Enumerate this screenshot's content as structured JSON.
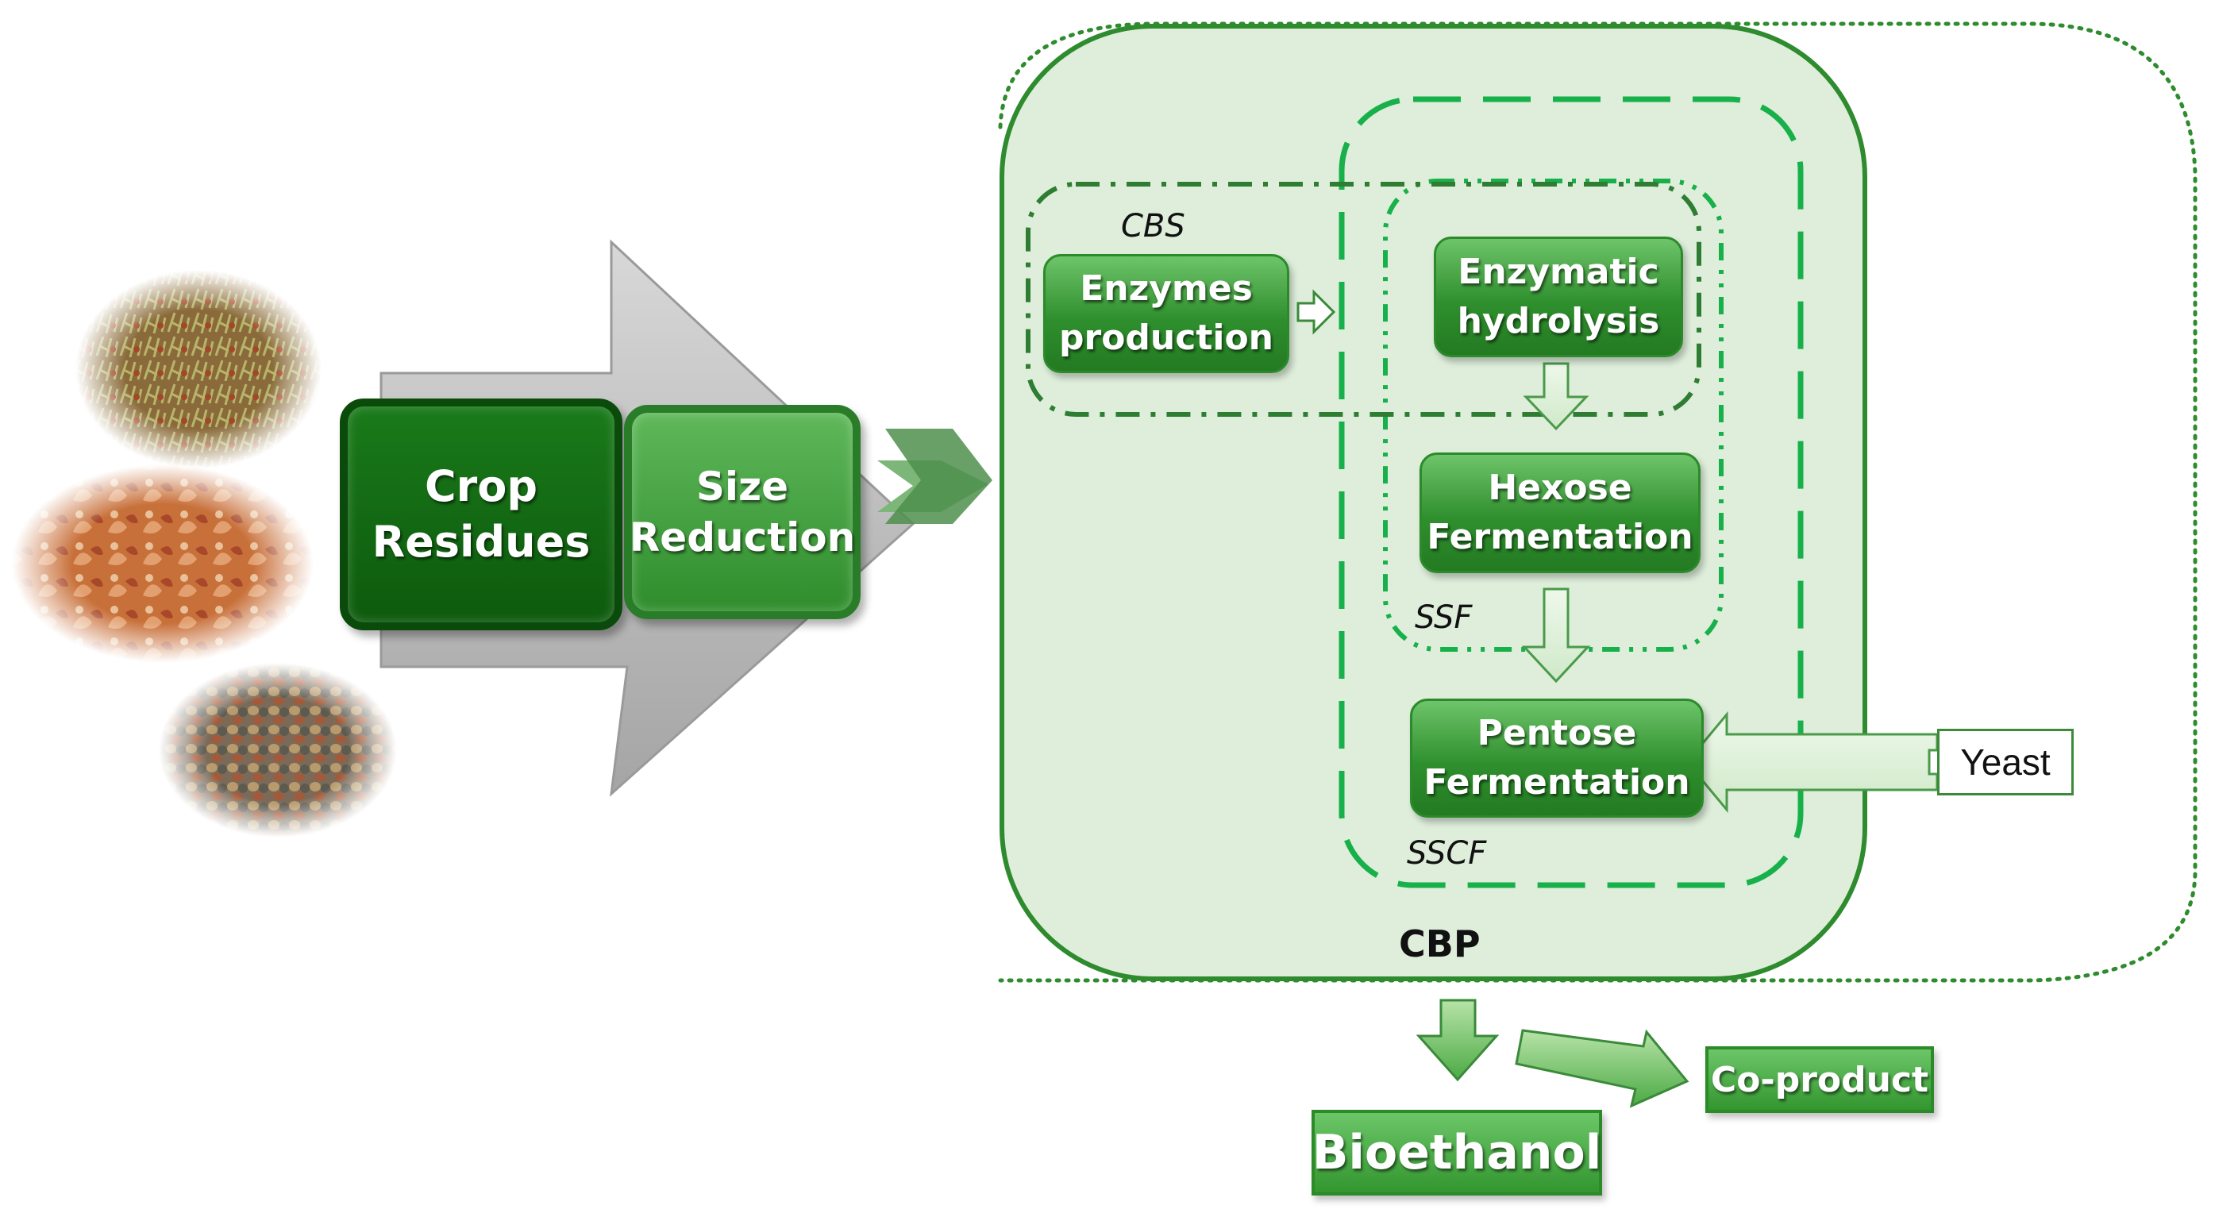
{
  "feedstock": {
    "images": [
      "grass-residue-photo",
      "husk-residue-photo",
      "seed-residue-photo"
    ],
    "crop_residues": "Crop\nResidues",
    "size_reduction": "Size\nReduction"
  },
  "processes": {
    "enzymes_production": "Enzymes\nproduction",
    "enzymatic_hydrolysis": "Enzymatic\nhydrolysis",
    "hexose_fermentation": "Hexose\nFermentation",
    "pentose_fermentation": "Pentose\nFermentation"
  },
  "labels": {
    "cbs": "CBS",
    "ssf": "SSF",
    "sscf": "SSCF",
    "cbp": "CBP"
  },
  "inputs": {
    "yeast": "Yeast"
  },
  "outputs": {
    "bioethanol": "Bioethanol",
    "co_product": "Co-product"
  },
  "colors": {
    "panel_fill": "#deeedb",
    "panel_border": "#2e8b2e",
    "dashed_green": "#18b04a",
    "dark_green": "#2e7d32"
  }
}
